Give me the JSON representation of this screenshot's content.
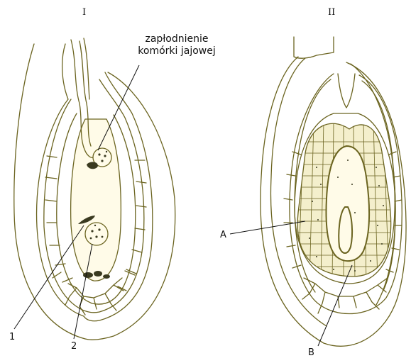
{
  "panels": [
    {
      "roman": "I"
    },
    {
      "roman": "II"
    }
  ],
  "annotation": {
    "line1": "zapłodnienie",
    "line2": "komórki jajowej"
  },
  "labels": {
    "one": "1",
    "two": "2",
    "A": "A",
    "B": "B"
  },
  "colors": {
    "outline": "#6b6420",
    "cell_fill": "#fffbe8",
    "embryo_fill": "#f4efcc",
    "nucleus": "#3a3a20",
    "pointer": "#111111"
  }
}
